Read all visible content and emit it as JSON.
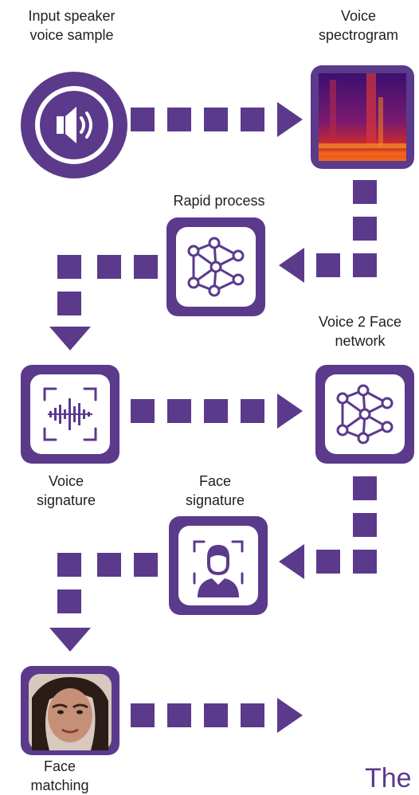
{
  "nodes": {
    "input": {
      "label": "Input speaker\nvoice sample"
    },
    "spectrogram": {
      "label": "Voice\nspectrogram"
    },
    "rapid": {
      "label": "Rapid process"
    },
    "v2f": {
      "label": "Voice 2 Face\nnetwork"
    },
    "voice_sig": {
      "label": "Voice\nsignature"
    },
    "face_sig": {
      "label": "Face\nsignature"
    },
    "face_match": {
      "label": "Face\nmatching"
    }
  },
  "tail_text": "The",
  "colors": {
    "accent": "#5b3a8c",
    "background": "#ffffff"
  }
}
